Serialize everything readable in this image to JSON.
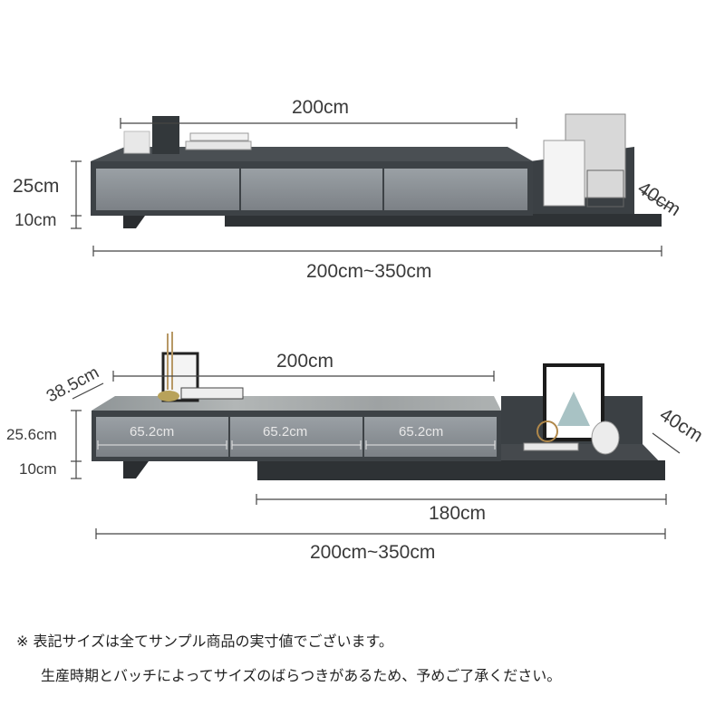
{
  "figure1": {
    "width_top": "200cm",
    "height": "25cm",
    "leg": "10cm",
    "depth": "40cm",
    "total": "200cm~350cm"
  },
  "figure2": {
    "depth_left": "38.5cm",
    "width_top": "200cm",
    "height": "25.6cm",
    "leg": "10cm",
    "drawer_widths": [
      "65.2cm",
      "65.2cm",
      "65.2cm"
    ],
    "depth_right": "40cm",
    "extension": "180cm",
    "total": "200cm~350cm"
  },
  "notes": {
    "line1": "※ 表記サイズは全てサンプル商品の実寸値でございます。",
    "line2": "生産時期とバッチによってサイズのばらつきがあるため、予めご了承ください。"
  },
  "colors": {
    "body_dark": "#3d4246",
    "drawer_gray": "#8c9196",
    "marble": "#9aa0a3"
  }
}
